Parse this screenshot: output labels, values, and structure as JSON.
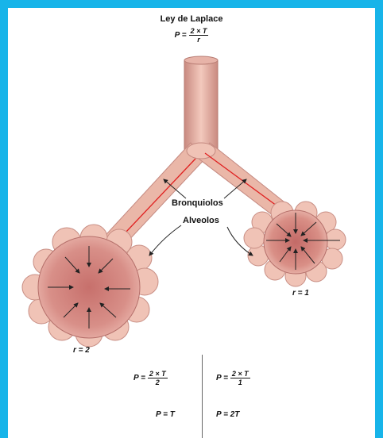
{
  "title": "Ley de Laplace",
  "formula": {
    "lhs": "P =",
    "numerator": "2 × T",
    "denominator": "r"
  },
  "labels": {
    "bronchioles": "Bronquiolos",
    "alveoli": "Alveolos",
    "r_right": "r = 1",
    "r_left": "r = 2"
  },
  "table": {
    "left": {
      "lhs": "P =",
      "numerator": "2 × T",
      "denominator": "2",
      "result": "P = T"
    },
    "right": {
      "lhs": "P =",
      "numerator": "2 × T",
      "denominator": "1",
      "result": "P = 2T"
    }
  },
  "colors": {
    "frame": "#17b4e9",
    "tissue": "#e8b0a0",
    "alveolus": "#d98f86",
    "arrow_red": "#e02020"
  }
}
